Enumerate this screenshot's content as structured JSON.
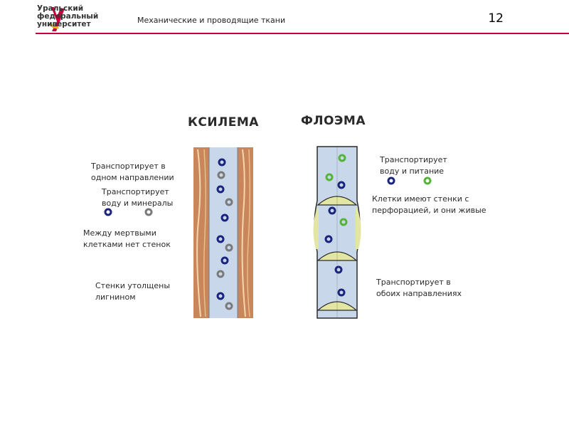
{
  "header": {
    "logo_lines": [
      "Уральский",
      "федеральный",
      "университет"
    ],
    "title": "Механические и проводящие ткани",
    "slide_number": "12"
  },
  "xylem": {
    "heading": "КСИЛЕМА",
    "notes": {
      "direction": [
        "Транспортирует в",
        "одном направлении"
      ],
      "cargo": [
        "Транспортирует",
        "воду и минералы"
      ],
      "no_walls": [
        "Между мертвыми",
        "клетками нет стенок"
      ],
      "lignin": [
        "Стенки утолщены",
        "лигнином"
      ]
    }
  },
  "phloem": {
    "heading": "ФЛОЭМА",
    "notes": {
      "cargo": [
        "Транспортирует",
        "воду и питание"
      ],
      "perforated": [
        "Клетки имеют стенки с",
        "перфорацией, и они живые"
      ],
      "both_directions": [
        "Транспортирует в",
        "обоих направлениях"
      ]
    }
  },
  "colors": {
    "brand_red": "#c8003c",
    "logo_yellow": "#f2b705",
    "wood": "#c9865a",
    "lumen": "#c8d8ea",
    "sieve_plate": "#e3e6a3",
    "water_dot": "#1a237e",
    "mineral_dot": "#7a7a7a",
    "nutrient_dot": "#54b436"
  }
}
